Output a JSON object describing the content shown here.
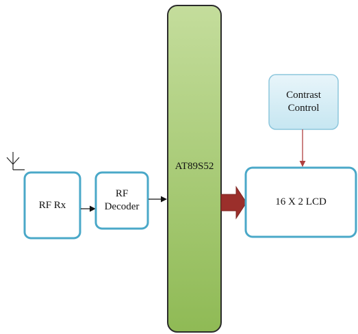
{
  "diagram": {
    "blocks": {
      "rf_rx": {
        "lines": [
          "RF Rx"
        ]
      },
      "rf_decoder": {
        "lines": [
          "RF",
          "Decoder"
        ]
      },
      "mcu": {
        "lines": [
          "AT89S52"
        ]
      },
      "contrast_control": {
        "lines": [
          "Contrast",
          "Control"
        ]
      },
      "lcd": {
        "lines": [
          "16 X 2 LCD"
        ]
      }
    },
    "colors": {
      "box_border": "#4aa8c8",
      "box_fill": "#ffffff",
      "contrast_fill_top": "#e8f5fa",
      "contrast_fill_bottom": "#c6e6f1",
      "mcu_fill_top": "#c4dd9c",
      "mcu_fill_bottom": "#8fba55",
      "mcu_border": "#2a2a2a",
      "bus_arrow": "#9b2f2b",
      "contrast_arrow": "#b04040",
      "signal_arrow": "#111111"
    }
  }
}
